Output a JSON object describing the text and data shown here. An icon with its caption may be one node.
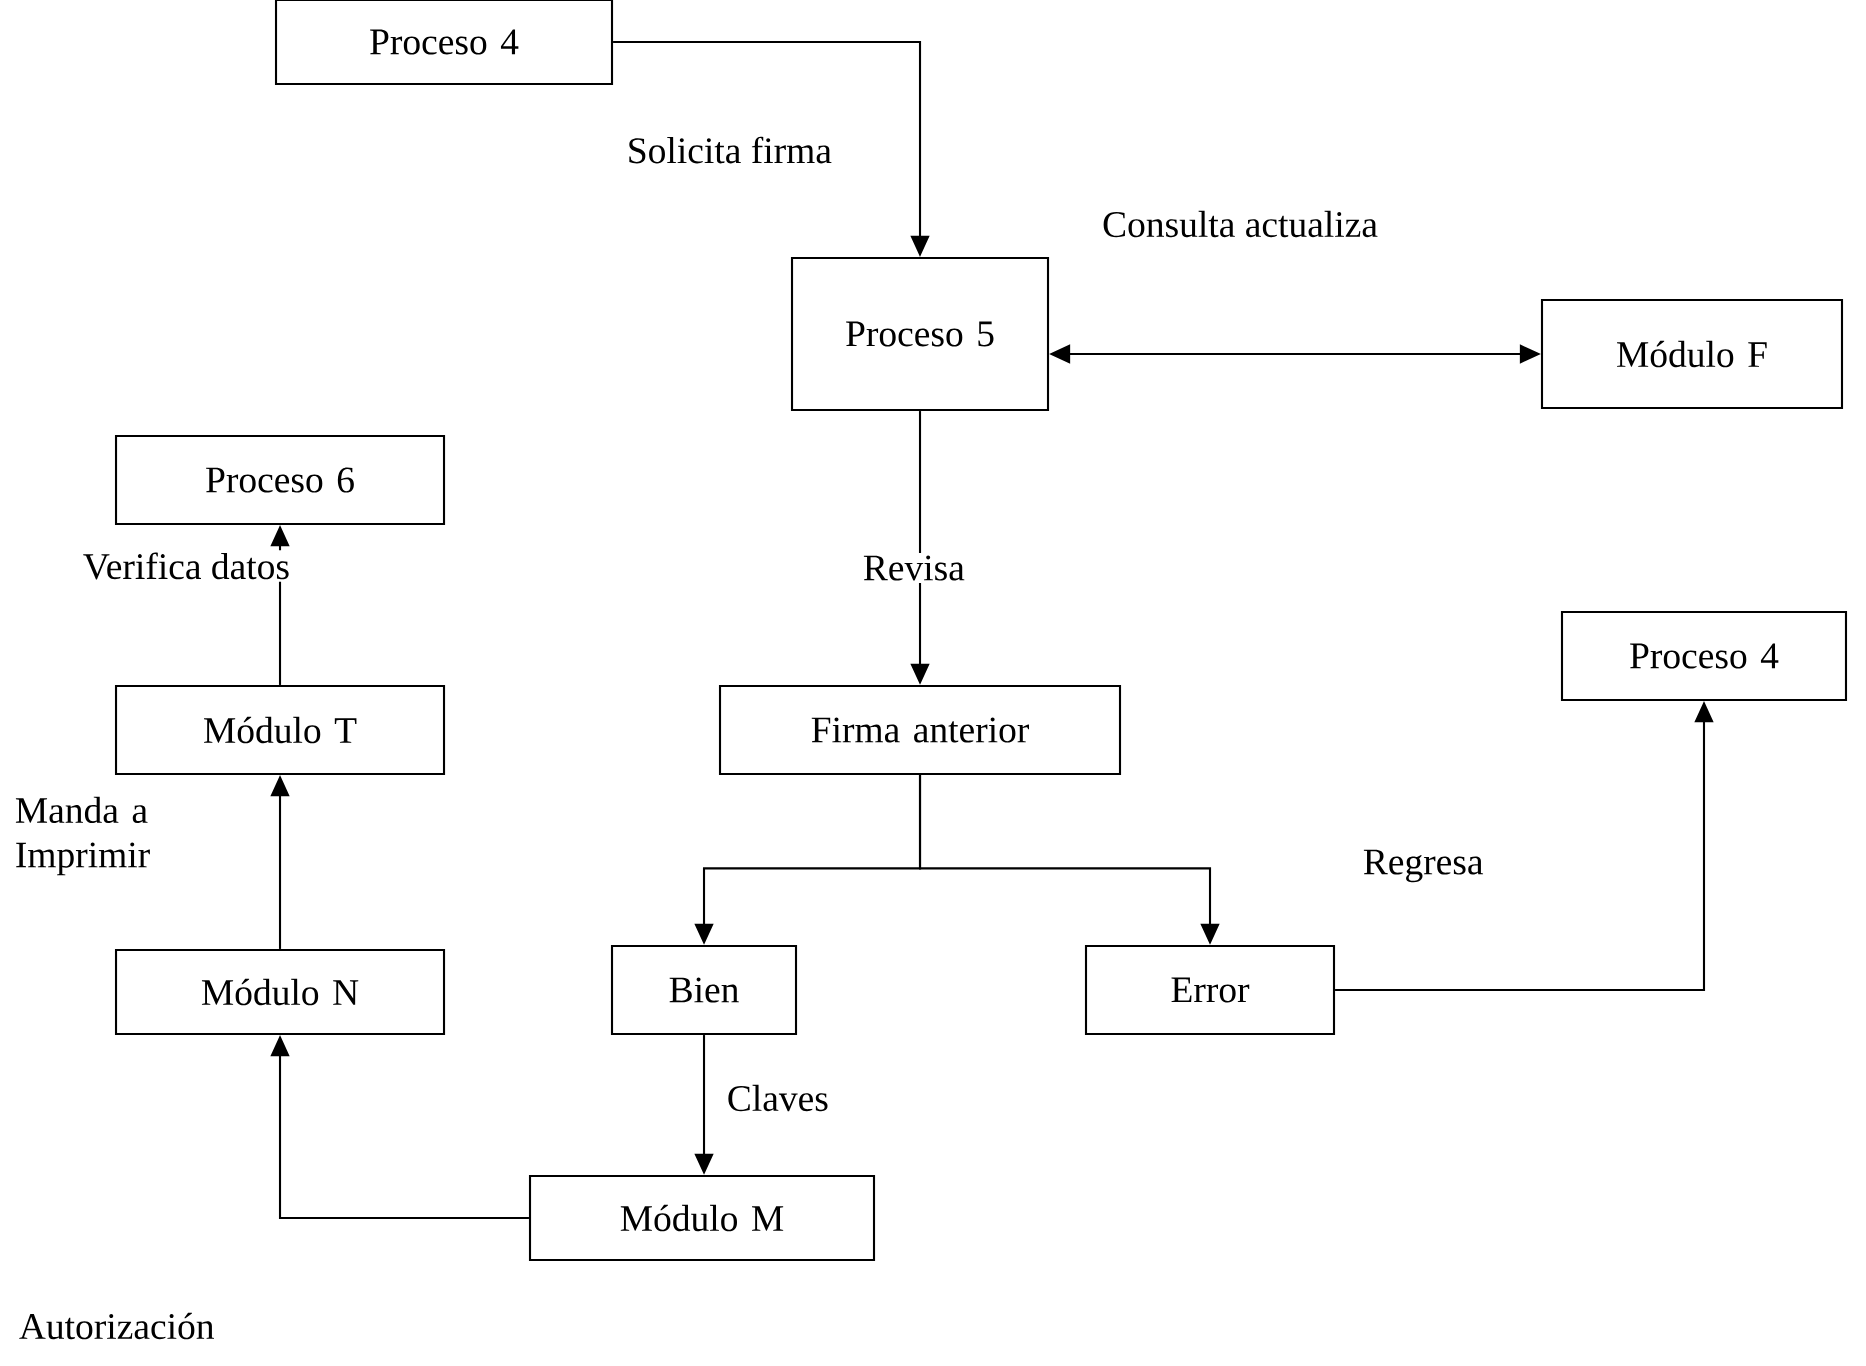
{
  "diagram": {
    "nodes": [
      {
        "text": [
          "Proceso 4"
        ]
      },
      {
        "text": [
          "Proceso 5"
        ]
      },
      {
        "text": [
          "Módulo F"
        ]
      },
      {
        "text": [
          "Proceso 6"
        ]
      },
      {
        "text": [
          "Firma anterior"
        ]
      },
      {
        "text": [
          "Proceso 4"
        ]
      },
      {
        "text": [
          "Módulo T"
        ]
      },
      {
        "text": [
          "Bien"
        ]
      },
      {
        "text": [
          "Error"
        ]
      },
      {
        "text": [
          "Módulo N"
        ]
      },
      {
        "text": [
          "Módulo M"
        ]
      }
    ],
    "edges": [
      {
        "from": 0,
        "to": 1,
        "arrow": "to",
        "label": "Solicita firma"
      },
      {
        "from": 1,
        "to": 2,
        "arrow": "both",
        "label": "Consulta actualiza"
      },
      {
        "from": 1,
        "to": 4,
        "arrow": "to",
        "label": "Revisa"
      },
      {
        "from": 4,
        "to": 7,
        "arrow": "to"
      },
      {
        "from": 4,
        "to": 8,
        "arrow": "to"
      },
      {
        "from": 8,
        "to": 5,
        "arrow": "to",
        "label": "Regresa"
      },
      {
        "from": 7,
        "to": 10,
        "arrow": "to",
        "label": "Claves"
      },
      {
        "from": 10,
        "to": 9,
        "arrow": "to",
        "label": "Autorización"
      },
      {
        "from": 9,
        "to": 6,
        "arrow": "to",
        "label": "Manda a Imprimir"
      },
      {
        "from": 6,
        "to": 3,
        "arrow": "to",
        "label": "Verifica datos"
      }
    ]
  }
}
